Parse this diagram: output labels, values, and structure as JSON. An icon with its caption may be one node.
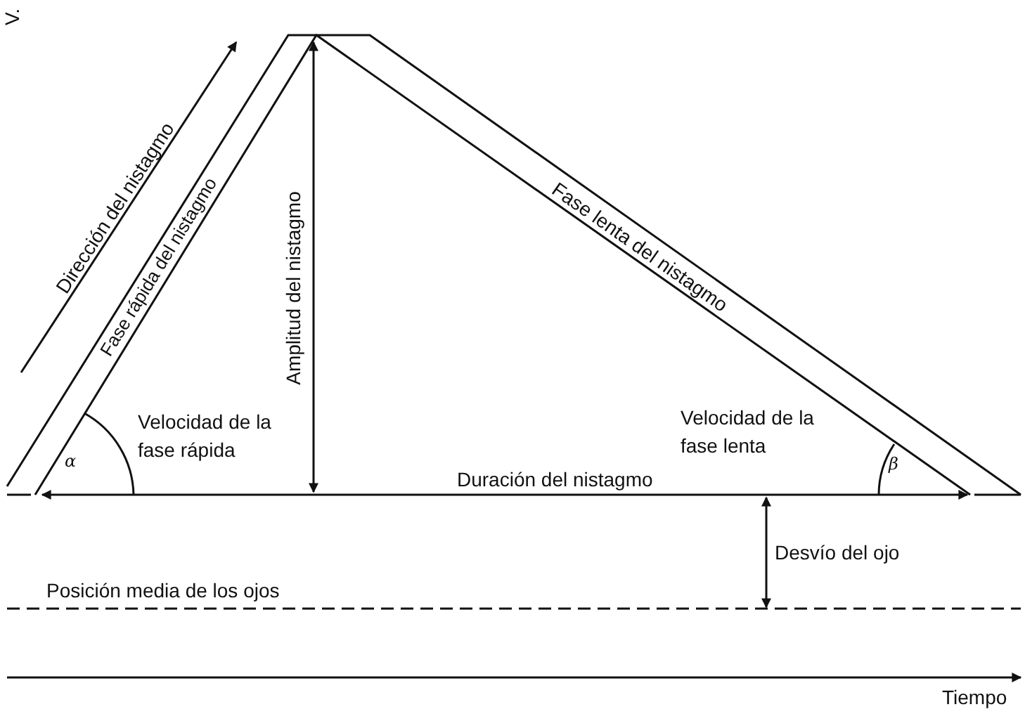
{
  "diagram": {
    "labels": [
      "V.",
      "Dirección del nistagmo",
      "Fase rápida del nistagmo",
      "Amplitud del nistagmo",
      "Fase lenta del nistagmo",
      "Velocidad de la fase rápida",
      "α",
      "Velocidad de la fase lenta",
      "β",
      "Duración del nistagmo",
      "Desvío del ojo",
      "Posición media de los ojos",
      "Tiempo"
    ]
  }
}
